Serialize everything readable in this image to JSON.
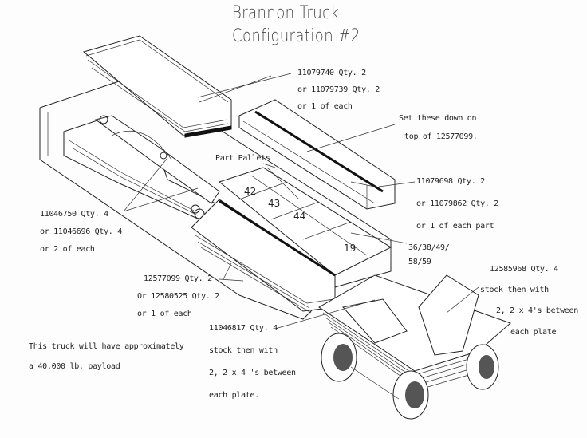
{
  "title": {
    "line1": "Brannon Truck",
    "line2": "Configuration #2"
  },
  "labels": {
    "top_part": [
      "11079740 Qty. 2",
      "or 11079739 Qty. 2",
      "or 1 of each"
    ],
    "set_down": [
      "Set these down on",
      "top of 12577099."
    ],
    "part_11079698": [
      "11079698 Qty. 2",
      "or 11079862 Qty. 2",
      "or 1 of each part"
    ],
    "part_pallets": "Part Pallets",
    "left_part": [
      "11046750 Qty. 4",
      "or 11046696 Qty. 4",
      "or 2 of each"
    ],
    "pallet_ids": "36/38/49/",
    "pallet_ids2": "58/59",
    "part_12577099": [
      "12577099 Qty. 2",
      "Or 12580525 Qty. 2",
      "or 1 of each"
    ],
    "part_12585968": [
      "12585968 Qty. 4",
      "stock then with",
      "2, 2 x 4's between",
      "each plate"
    ],
    "part_11046817": [
      "11046817 Qty. 4",
      "stock then with",
      "2, 2 x 4 's between",
      "each plate."
    ],
    "payload": [
      "This truck will have approximately",
      "a 40,000 lb. payload"
    ]
  },
  "pallets": [
    "42",
    "43",
    "44",
    "19"
  ]
}
